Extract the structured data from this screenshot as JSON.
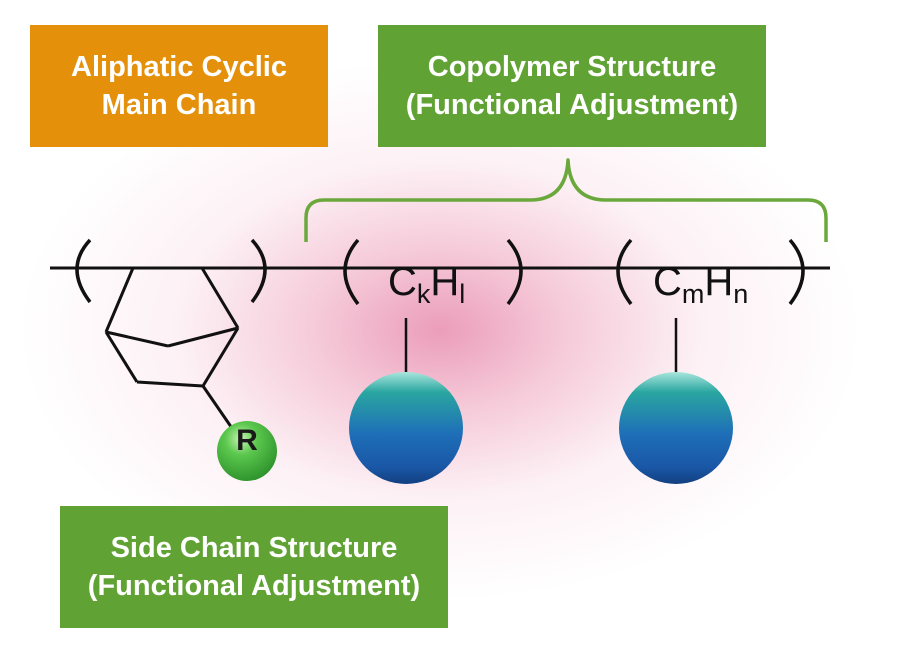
{
  "labels": {
    "aliphatic": [
      "Aliphatic Cyclic",
      "Main Chain"
    ],
    "copolymer": [
      "Copolymer Structure",
      "(Functional Adjustment)"
    ],
    "side_chain": [
      "Side Chain Structure",
      "(Functional Adjustment)"
    ]
  },
  "formula_1": {
    "main_1": "C",
    "sub_1": "k",
    "main_2": "H",
    "sub_2": "l"
  },
  "formula_2": {
    "main_1": "C",
    "sub_1": "m",
    "main_2": "H",
    "sub_2": "n"
  },
  "substituent_label": "R",
  "colors": {
    "orange_box": "#e5900a",
    "green_box": "#60a334",
    "bracket_green": "#6aa83c",
    "sphere_blue": "#1e63b0",
    "sphere_teal": "#1f9a9a",
    "r_sphere_green": "#3fb23f",
    "glow_pink": "#de5c8c"
  }
}
